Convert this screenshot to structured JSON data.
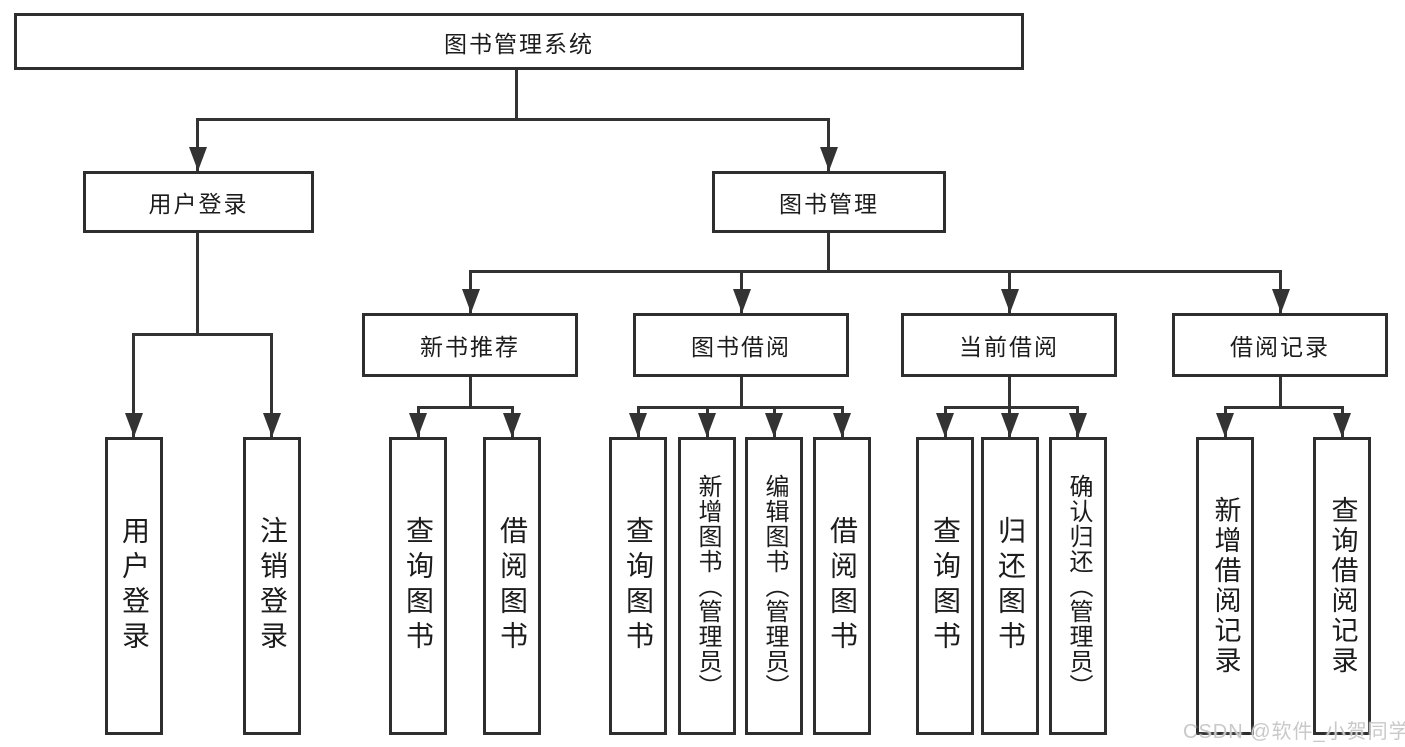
{
  "diagram": {
    "title": "图书管理系统",
    "root": {
      "label": "图书管理系统"
    },
    "level2": [
      {
        "id": "user-login",
        "label": "用户登录"
      },
      {
        "id": "book-management",
        "label": "图书管理"
      }
    ],
    "level3": [
      {
        "id": "new-book-recommend",
        "label": "新书推荐",
        "parent": "图书管理"
      },
      {
        "id": "book-borrow",
        "label": "图书借阅",
        "parent": "图书管理"
      },
      {
        "id": "current-borrow",
        "label": "当前借阅",
        "parent": "图书管理"
      },
      {
        "id": "borrow-record",
        "label": "借阅记录",
        "parent": "图书管理"
      }
    ],
    "leaves": [
      {
        "id": "leaf-user-login",
        "label": "用户登录",
        "parent": "用户登录"
      },
      {
        "id": "leaf-logout",
        "label": "注销登录",
        "parent": "用户登录"
      },
      {
        "id": "leaf-query-book-1",
        "label": "查询图书",
        "parent": "新书推荐"
      },
      {
        "id": "leaf-borrow-book-1",
        "label": "借阅图书",
        "parent": "新书推荐"
      },
      {
        "id": "leaf-query-book-2",
        "label": "查询图书",
        "parent": "图书借阅"
      },
      {
        "id": "leaf-add-book",
        "label": "新增图书（管理员）",
        "parent": "图书借阅"
      },
      {
        "id": "leaf-edit-book",
        "label": "编辑图书（管理员）",
        "parent": "图书借阅"
      },
      {
        "id": "leaf-borrow-book-2",
        "label": "借阅图书",
        "parent": "图书借阅"
      },
      {
        "id": "leaf-query-book-3",
        "label": "查询图书",
        "parent": "当前借阅"
      },
      {
        "id": "leaf-return-book",
        "label": "归还图书",
        "parent": "当前借阅"
      },
      {
        "id": "leaf-confirm-return",
        "label": "确认归还（管理员）",
        "parent": "当前借阅"
      },
      {
        "id": "leaf-add-record",
        "label": "新增借阅记录",
        "parent": "借阅记录"
      },
      {
        "id": "leaf-query-record",
        "label": "查询借阅记录",
        "parent": "借阅记录"
      }
    ],
    "watermark": "CSDN @软件_小贺同学",
    "colors": {
      "line": "#333333",
      "border": "#2e2e2e",
      "text": "#1c1c1c",
      "background": "#ffffff",
      "watermark": "#c9c9c9"
    }
  }
}
